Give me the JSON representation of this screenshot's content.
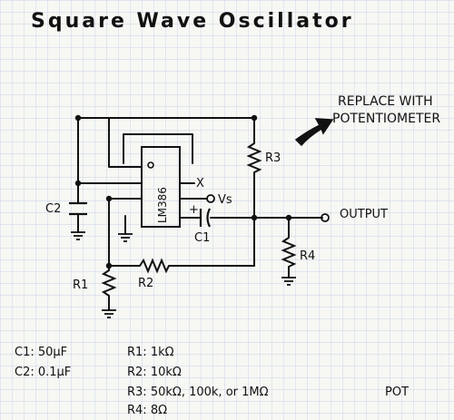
{
  "title": "Square Wave Oscillator",
  "note": {
    "line1": "REPLACE WITH",
    "line2": "POTENTIOMETER"
  },
  "ic": {
    "name": "LM386",
    "pin_x": "X",
    "vs_label": "Vs"
  },
  "labels": {
    "c2": "C2",
    "c1": "C1",
    "r1": "R1",
    "r2": "R2",
    "r3": "R3",
    "r4": "R4",
    "output": "OUTPUT"
  },
  "parts_list": {
    "c1": "C1: 50µF",
    "c2": "C2: 0.1µF",
    "r1": "R1: 1kΩ",
    "r2": "R2: 10kΩ",
    "r3": "R3: 50kΩ, 100k, or 1MΩ",
    "r3_suffix": "POT",
    "r4": "R4: 8Ω"
  },
  "colors": {
    "ink": "#111111",
    "grid": "#b9c6e2",
    "paper": "#f7f8f4"
  }
}
